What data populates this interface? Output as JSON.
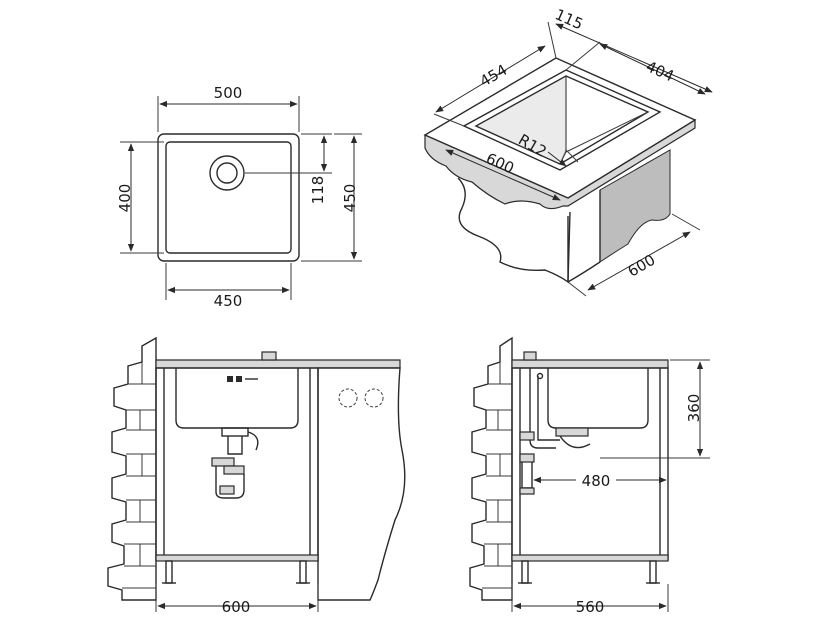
{
  "top_view": {
    "width_top": "500",
    "width_bottom": "450",
    "height_left": "400",
    "height_right": "450",
    "drain_offset": "118"
  },
  "isometric_view": {
    "flange": "115",
    "bowl_length": "454",
    "bowl_width": "404",
    "corner_radius": "R12",
    "cabinet_depth": "600",
    "cabinet_width": "600"
  },
  "front_view": {
    "cabinet_width": "600"
  },
  "side_view": {
    "bowl_depth": "360",
    "drain_depth": "480",
    "cabinet_depth": "560"
  },
  "colors": {
    "line": "#2a2a2a",
    "fill_light": "#d8d8d8",
    "fill_dark": "#bdbdbd"
  }
}
